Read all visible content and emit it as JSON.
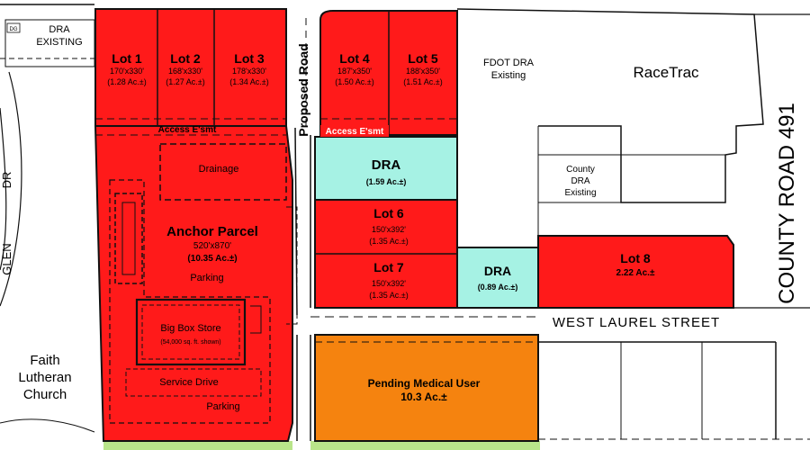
{
  "colors": {
    "lot": "#ff1a1a",
    "dra": "#a6f2e4",
    "medical": "#f5830f",
    "green": "#b9e58a",
    "line": "#111111"
  },
  "lots": [
    {
      "id": "lot-1",
      "name": "Lot 1",
      "dims": "170'x330'",
      "area": "(1.28 Ac.±)"
    },
    {
      "id": "lot-2",
      "name": "Lot 2",
      "dims": "168'x330'",
      "area": "(1.27 Ac.±)"
    },
    {
      "id": "lot-3",
      "name": "Lot 3",
      "dims": "178'x330'",
      "area": "(1.34 Ac.±)"
    },
    {
      "id": "lot-4",
      "name": "Lot 4",
      "dims": "187'x350'",
      "area": "(1.50 Ac.±)"
    },
    {
      "id": "lot-5",
      "name": "Lot 5",
      "dims": "188'x350'",
      "area": "(1.51 Ac.±)"
    },
    {
      "id": "lot-6",
      "name": "Lot 6",
      "dims": "150'x392'",
      "area": "(1.35 Ac.±)"
    },
    {
      "id": "lot-7",
      "name": "Lot 7",
      "dims": "150'x392'",
      "area": "(1.35 Ac.±)"
    },
    {
      "id": "lot-8",
      "name": "Lot 8",
      "area": "2.22 Ac.±"
    }
  ],
  "anchor": {
    "name": "Anchor Parcel",
    "dims": "520'x870'",
    "area": "(10.35 Ac.±)",
    "drainage": "Drainage",
    "parking_top": "Parking",
    "big_box": "Big Box Store",
    "big_box_note": "(54,000 sq. ft. shown)",
    "service_drive": "Service Drive",
    "parking_bottom": "Parking"
  },
  "dra_center": {
    "name": "DRA",
    "area": "(1.59 Ac.±)"
  },
  "dra_small": {
    "name": "DRA",
    "area": "(0.89 Ac.±)"
  },
  "medical": {
    "name": "Pending Medical User",
    "area": "10.3 Ac.±"
  },
  "labels": {
    "proposed_road": "Proposed Road",
    "access_left": "Access E'smt",
    "access_right": "Access E'smt",
    "fdot_dra_1": "FDOT DRA",
    "fdot_dra_2": "Existing",
    "racetrac": "RaceTrac",
    "county_dra_1": "County",
    "county_dra_2": "DRA",
    "county_dra_3": "Existing",
    "county_road": "COUNTY ROAD 491",
    "west_laurel": "WEST LAUREL STREET",
    "dra_existing_1": "DRA",
    "dra_existing_2": "EXISTING",
    "small_code": "DG",
    "glen_1": "GLEN",
    "glen_2": "DR",
    "church_1": "Faith",
    "church_2": "Lutheran",
    "church_3": "Church"
  }
}
